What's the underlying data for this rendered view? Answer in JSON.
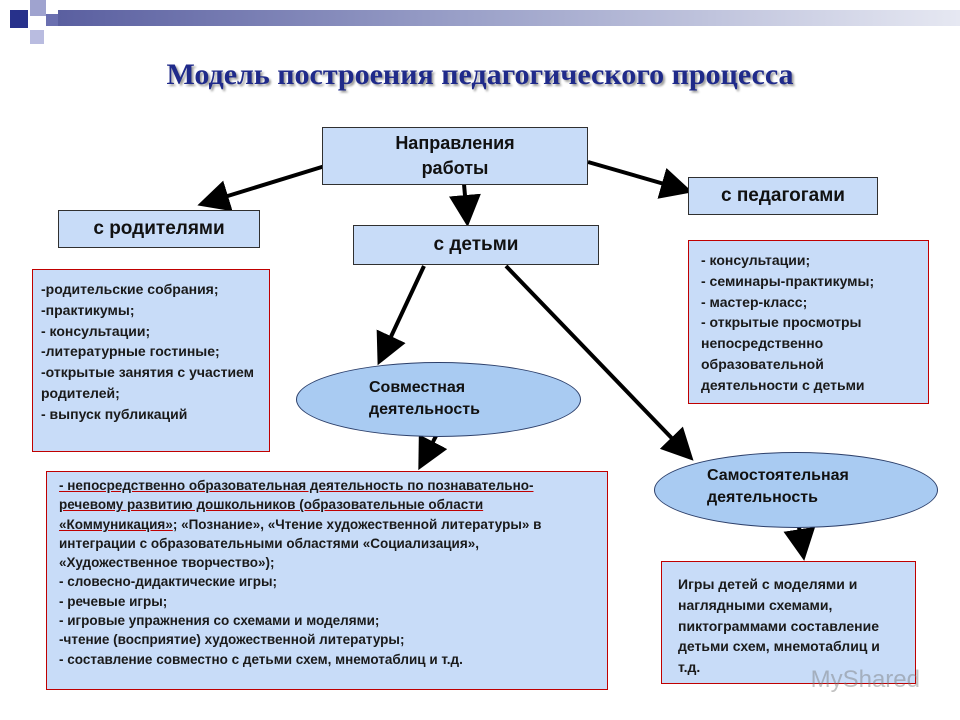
{
  "title": "Модель построения педагогического процесса",
  "root": {
    "line1": "Направления",
    "line2": "работы"
  },
  "parents": {
    "label": "с родителями",
    "items": [
      "-родительские собрания;",
      "-практикумы;",
      "- консультации;",
      "-литературные гостиные;",
      "-открытые занятия с участием родителей;",
      "- выпуск публикаций"
    ]
  },
  "children": {
    "label": "с детьми"
  },
  "teachers": {
    "label": "с педагогами",
    "items": [
      "- консультации;",
      "- семинары-практикумы;",
      "- мастер-класс;",
      "- открытые просмотры непосредственно образовательной деятельности с детьми"
    ]
  },
  "joint": {
    "label": {
      "line1": "Совместная",
      "line2": "деятельность"
    },
    "underlined_item": "- непосредственно образовательная деятельность по познавательно-речевому развитию дошкольников (образовательные области «Коммуникация»",
    "item1_rest": "; «Познание», «Чтение художественной литературы» в интеграции с образовательными областями «Социализация», «Художественное творчество»);",
    "items": [
      "- словесно-дидактические игры;",
      "- речевые игры;",
      "- игровые упражнения со схемами и моделями;",
      "-чтение (восприятие) художественной литературы;",
      "- составление совместно с детьми схем, мнемотаблиц и т.д."
    ]
  },
  "independent": {
    "label": {
      "line1": "Самостоятельная",
      "line2": "деятельность"
    },
    "text": "Игры детей с моделями и наглядными схемами, пиктограммами составление детьми схем, мнемотаблиц и т.д."
  },
  "watermark": "MyShared",
  "colors": {
    "title": "#1f2a8a",
    "box_fill": "#c8dcf8",
    "ellipse_fill": "#a9cbf2",
    "list_border": "#c00000",
    "arrow": "#000000"
  }
}
